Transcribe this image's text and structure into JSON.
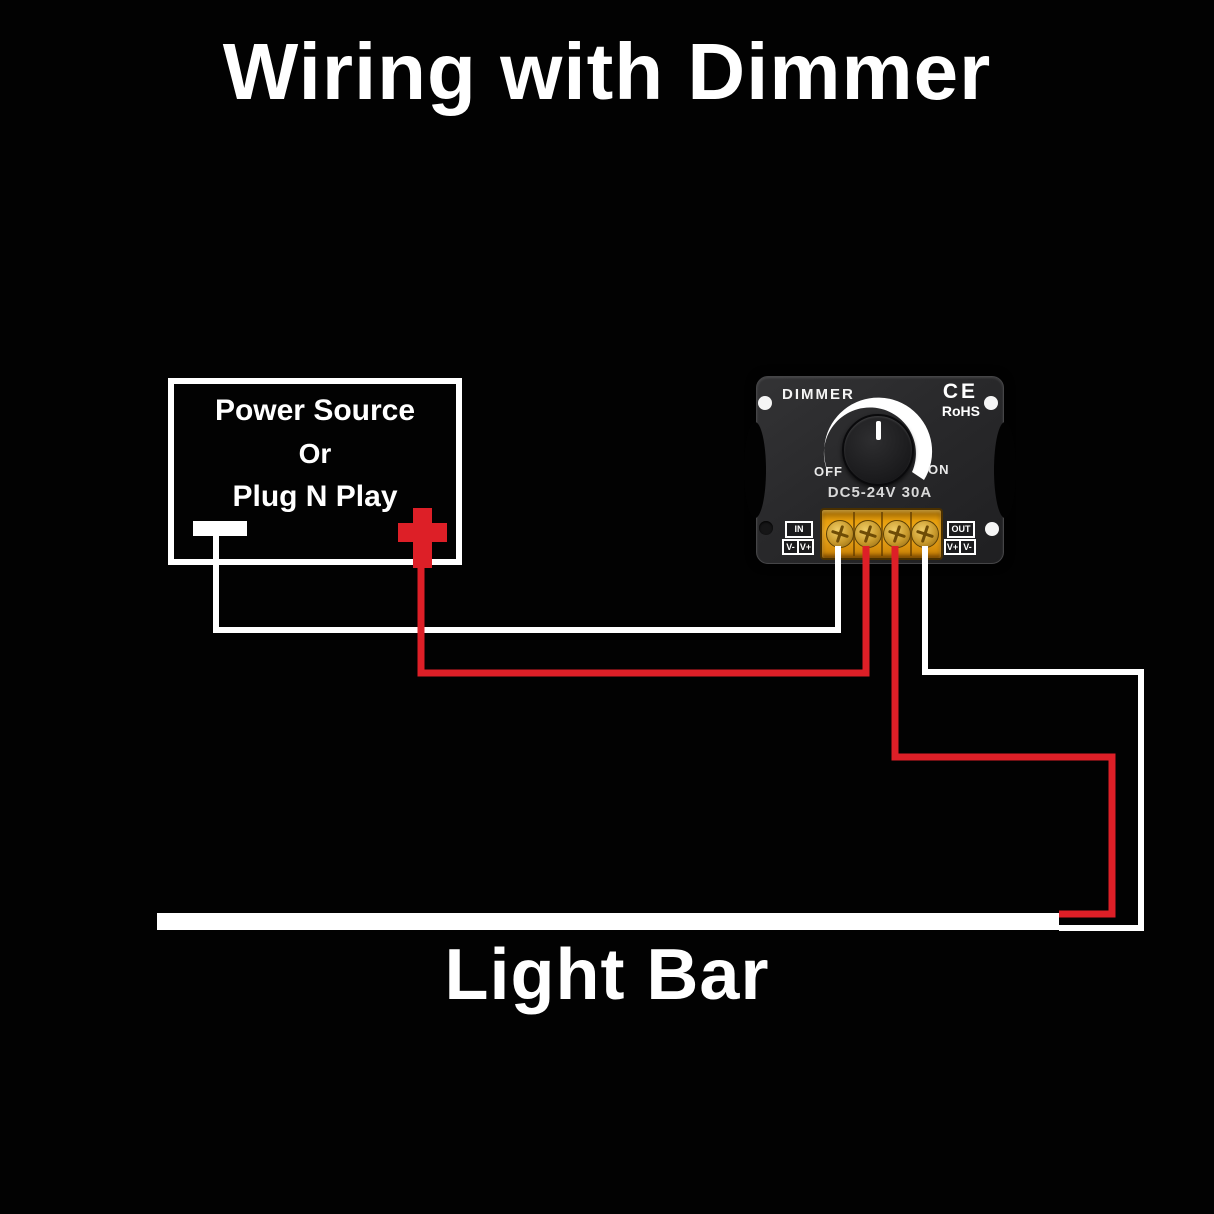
{
  "title": {
    "text": "Wiring with Dimmer"
  },
  "power_source": {
    "line1": "Power Source",
    "line2": "Or",
    "line3": "Plug N Play"
  },
  "dimmer": {
    "name": "DIMMER",
    "ce": "CE",
    "rohs": "RoHS",
    "off": "OFF",
    "on": "ON",
    "spec": "DC5-24V 30A",
    "in_label": "IN",
    "in_t1": "V-",
    "in_t2": "V+",
    "out_label": "OUT",
    "out_t1": "V+",
    "out_t2": "V-"
  },
  "light_bar": {
    "label": "Light Bar"
  },
  "colors": {
    "background": "#020202",
    "wire_white": "#ffffff",
    "wire_red": "#dd1f27",
    "terminal_amber": "#e59d0c",
    "dimmer_body": "#29292b"
  }
}
